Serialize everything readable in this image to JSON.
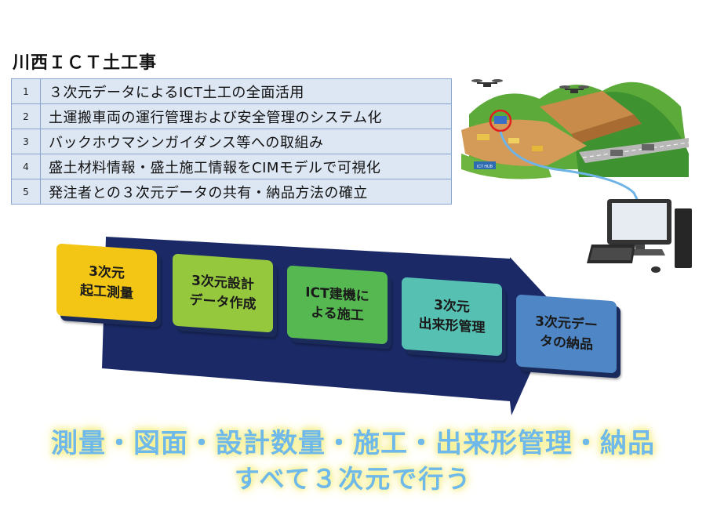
{
  "title": "川西ＩＣＴ土工事",
  "items": [
    {
      "num": "1",
      "text": "３次元データによるICT土工の全面活用"
    },
    {
      "num": "2",
      "text": "土運搬車両の運行管理および安全管理のシステム化"
    },
    {
      "num": "3",
      "text": "バックホウマシンガイダンス等への取組み"
    },
    {
      "num": "4",
      "text": "盛土材料情報・盛土施工情報をCIMモデルで可視化"
    },
    {
      "num": "5",
      "text": "発注者との３次元データの共有・納品方法の確立"
    }
  ],
  "steps": [
    {
      "label": "3次元\n起工測量",
      "color": "#f3c515"
    },
    {
      "label": "3次元設計\nデータ作成",
      "color": "#96c83e"
    },
    {
      "label": "ICT建機に\nよる施工",
      "color": "#55b850"
    },
    {
      "label": "3次元\n出来形管理",
      "color": "#56c1b2"
    },
    {
      "label": "3次元デー\nタの納品",
      "color": "#4f86c6"
    }
  ],
  "tagline": {
    "line1": "測量・図面・設計数量・施工・出来形管理・納品",
    "line2": "すべて３次元で行う"
  },
  "illustration": {
    "sign_text": "ICT HUB"
  },
  "colors": {
    "arrow": "#1b2a66",
    "table_fill": "#dde6f3",
    "tagline": "#6fb8ea",
    "tagline_glow": "#f5ee70"
  }
}
